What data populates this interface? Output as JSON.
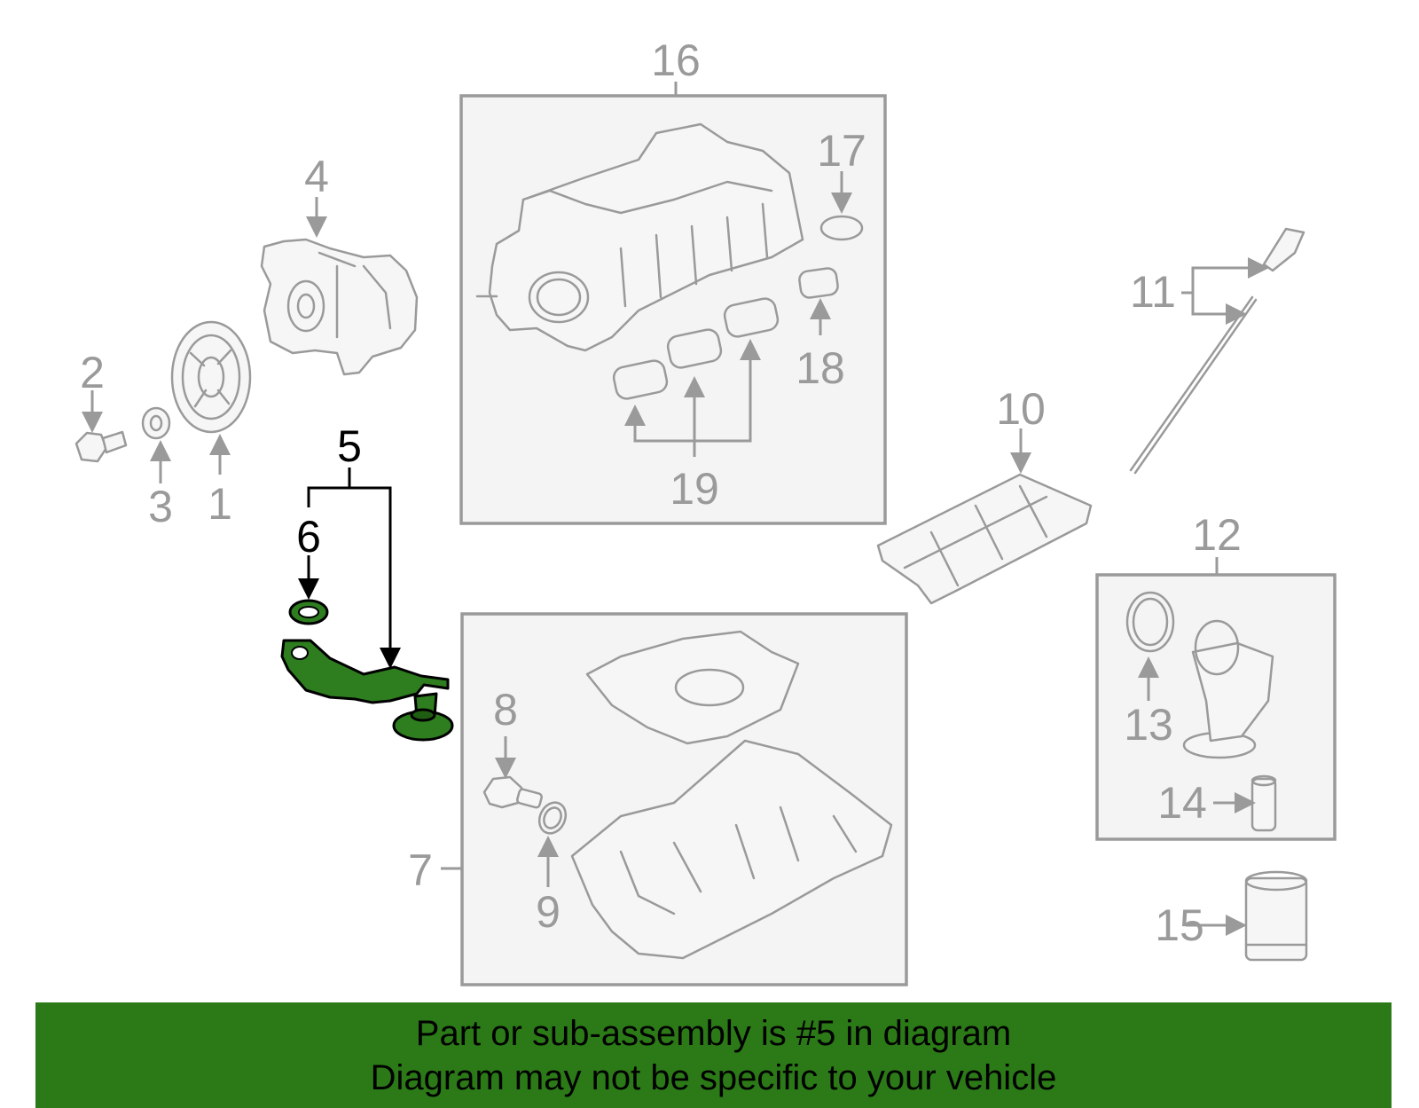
{
  "diagram": {
    "highlighted_part": "5",
    "highlight_color": "#2e7d1f",
    "labels": {
      "l1": "1",
      "l2": "2",
      "l3": "3",
      "l4": "4",
      "l5": "5",
      "l6": "6",
      "l7": "7",
      "l8": "8",
      "l9": "9",
      "l10": "10",
      "l11": "11",
      "l12": "12",
      "l13": "13",
      "l14": "14",
      "l15": "15",
      "l16": "16",
      "l17": "17",
      "l18": "18",
      "l19": "19"
    }
  },
  "banner": {
    "line1": "Part or sub-assembly is #5 in diagram",
    "line2": "Diagram may not be specific to your vehicle",
    "color": "#2b7a17"
  }
}
